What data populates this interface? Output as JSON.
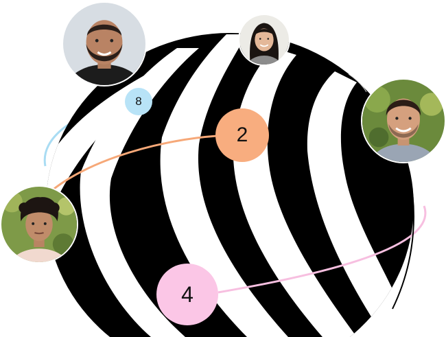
{
  "badges": [
    {
      "label": "8",
      "color": "#b8e3f7"
    },
    {
      "label": "2",
      "color": "#f8ad7f"
    },
    {
      "label": "4",
      "color": "#fbc6e6"
    }
  ],
  "orbit_colors": {
    "blue": "#a9dcf3",
    "orange": "#f6a878",
    "pink": "#f7bfe0"
  },
  "sphere": {
    "fill_color": "#000000",
    "stripe_color": "#ffffff"
  },
  "avatars": [
    {
      "name": "bearded-man",
      "bg": "#d7dde3"
    },
    {
      "name": "smiling-woman",
      "bg": "#ecebe6"
    },
    {
      "name": "smiling-man-outdoors",
      "bg": "#6b8a3c"
    },
    {
      "name": "curly-haired-woman",
      "bg": "#7e9a48"
    }
  ]
}
